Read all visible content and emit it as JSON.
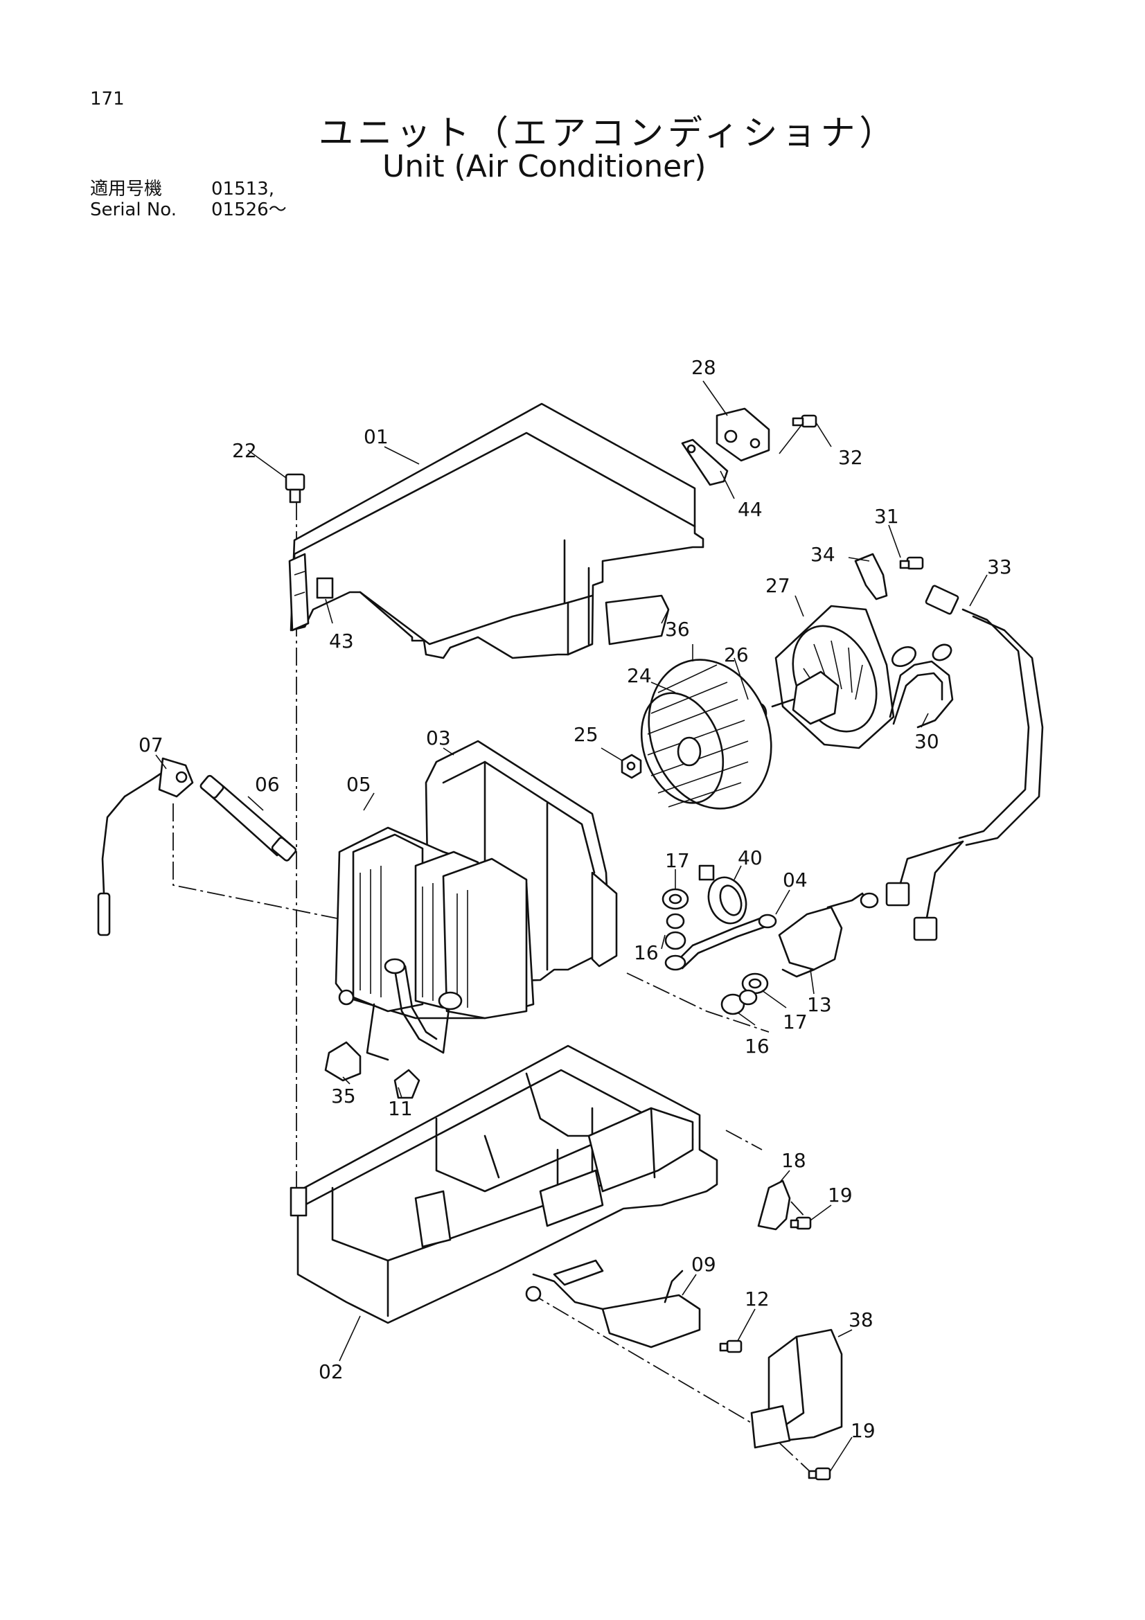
{
  "page_number": "171",
  "title_jp": "ユニット（エアコンディショナ）",
  "title_en": "Unit (Air Conditioner)",
  "serial": {
    "label_jp": "適用号機",
    "label_en": "Serial No.",
    "value_1": "01513,",
    "value_2": "01526～"
  },
  "callouts": [
    "01",
    "02",
    "03",
    "04",
    "05",
    "06",
    "07",
    "09",
    "11",
    "12",
    "13",
    "16",
    "16",
    "17",
    "17",
    "18",
    "19",
    "19",
    "22",
    "24",
    "25",
    "26",
    "27",
    "28",
    "30",
    "31",
    "32",
    "33",
    "34",
    "35",
    "36",
    "38",
    "40",
    "43",
    "44"
  ],
  "line_color": "#111111"
}
